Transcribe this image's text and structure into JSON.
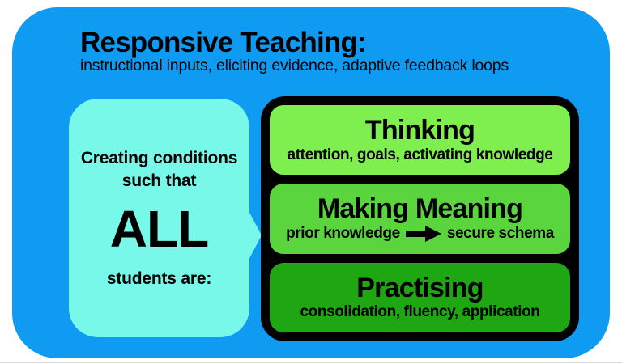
{
  "colors": {
    "page_bg": "#ffffff",
    "panel_blue": "#0f9bf2",
    "bubble_cyan": "#78f8e8",
    "container_black": "#000000",
    "text_black": "#000000",
    "edge_line_gray": "#d9d9d9"
  },
  "header": {
    "title": "Responsive Teaching:",
    "subtitle": "instructional inputs, eliciting evidence, adaptive feedback loops"
  },
  "bubble": {
    "intro": "Creating conditions such that",
    "emphasis": "ALL",
    "outro": "students are:"
  },
  "stages": [
    {
      "title": "Thinking",
      "subtitle": "attention, goals, activating knowledge",
      "color": "#7eef4e"
    },
    {
      "title": "Making Meaning",
      "subtitle_left": "prior knowledge",
      "arrow_icon": "right-arrow",
      "subtitle_right": "secure schema",
      "color": "#5bd53d"
    },
    {
      "title": "Practising",
      "subtitle": "consolidation, fluency, application",
      "color": "#1fa713"
    }
  ]
}
